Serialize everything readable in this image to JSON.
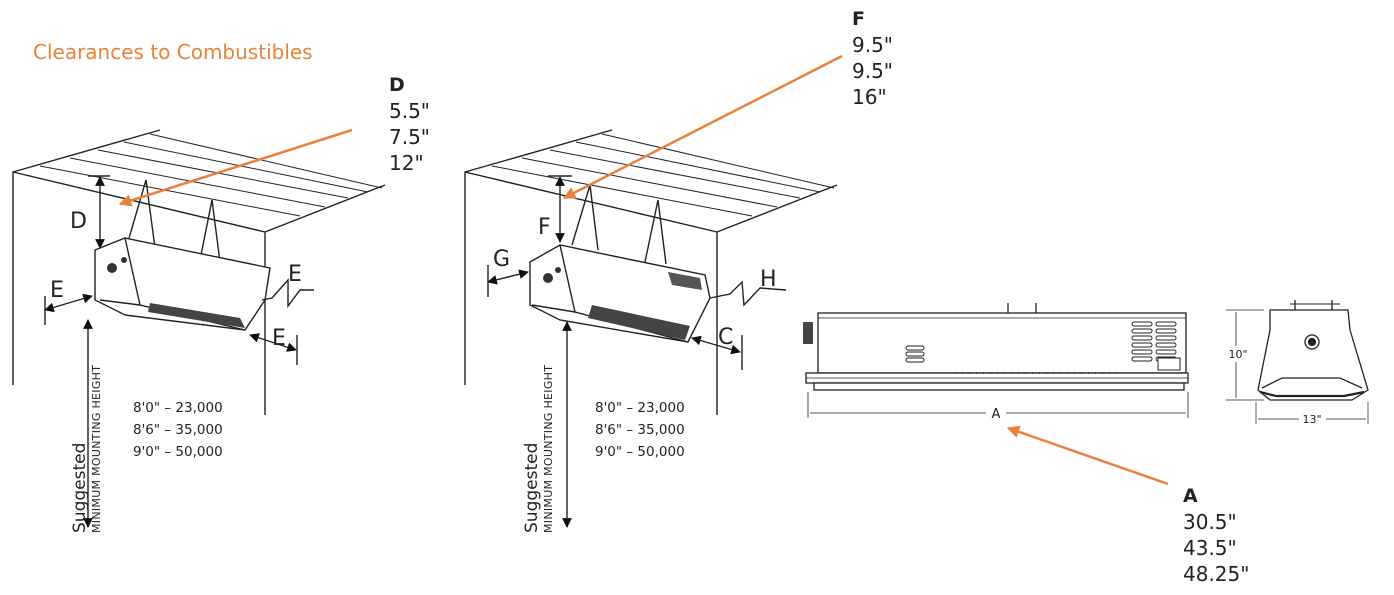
{
  "title": "Clearances to Combustibles",
  "accent_color": "#e8823a",
  "callouts": {
    "D": {
      "label": "D",
      "values": [
        "5.5\"",
        "7.5\"",
        "12\""
      ]
    },
    "F": {
      "label": "F",
      "values": [
        "9.5\"",
        "9.5\"",
        "16\""
      ]
    },
    "A": {
      "label": "A",
      "values": [
        "30.5\"",
        "43.5\"",
        "48.25\""
      ]
    }
  },
  "diagram_labels": {
    "left": {
      "d": "D",
      "e1": "E",
      "e2": "E",
      "e3": "E"
    },
    "middle": {
      "f": "F",
      "g": "G",
      "h": "H",
      "c": "C"
    },
    "front": {
      "a": "A"
    },
    "side": {
      "height": "10\"",
      "width": "13\""
    }
  },
  "mounting": {
    "suggested": "Suggested",
    "caption": "MINIMUM MOUNTING HEIGHT",
    "heights": [
      "8'0\" – 23,000",
      "8'6\" – 35,000",
      "9'0\" – 50,000"
    ]
  }
}
